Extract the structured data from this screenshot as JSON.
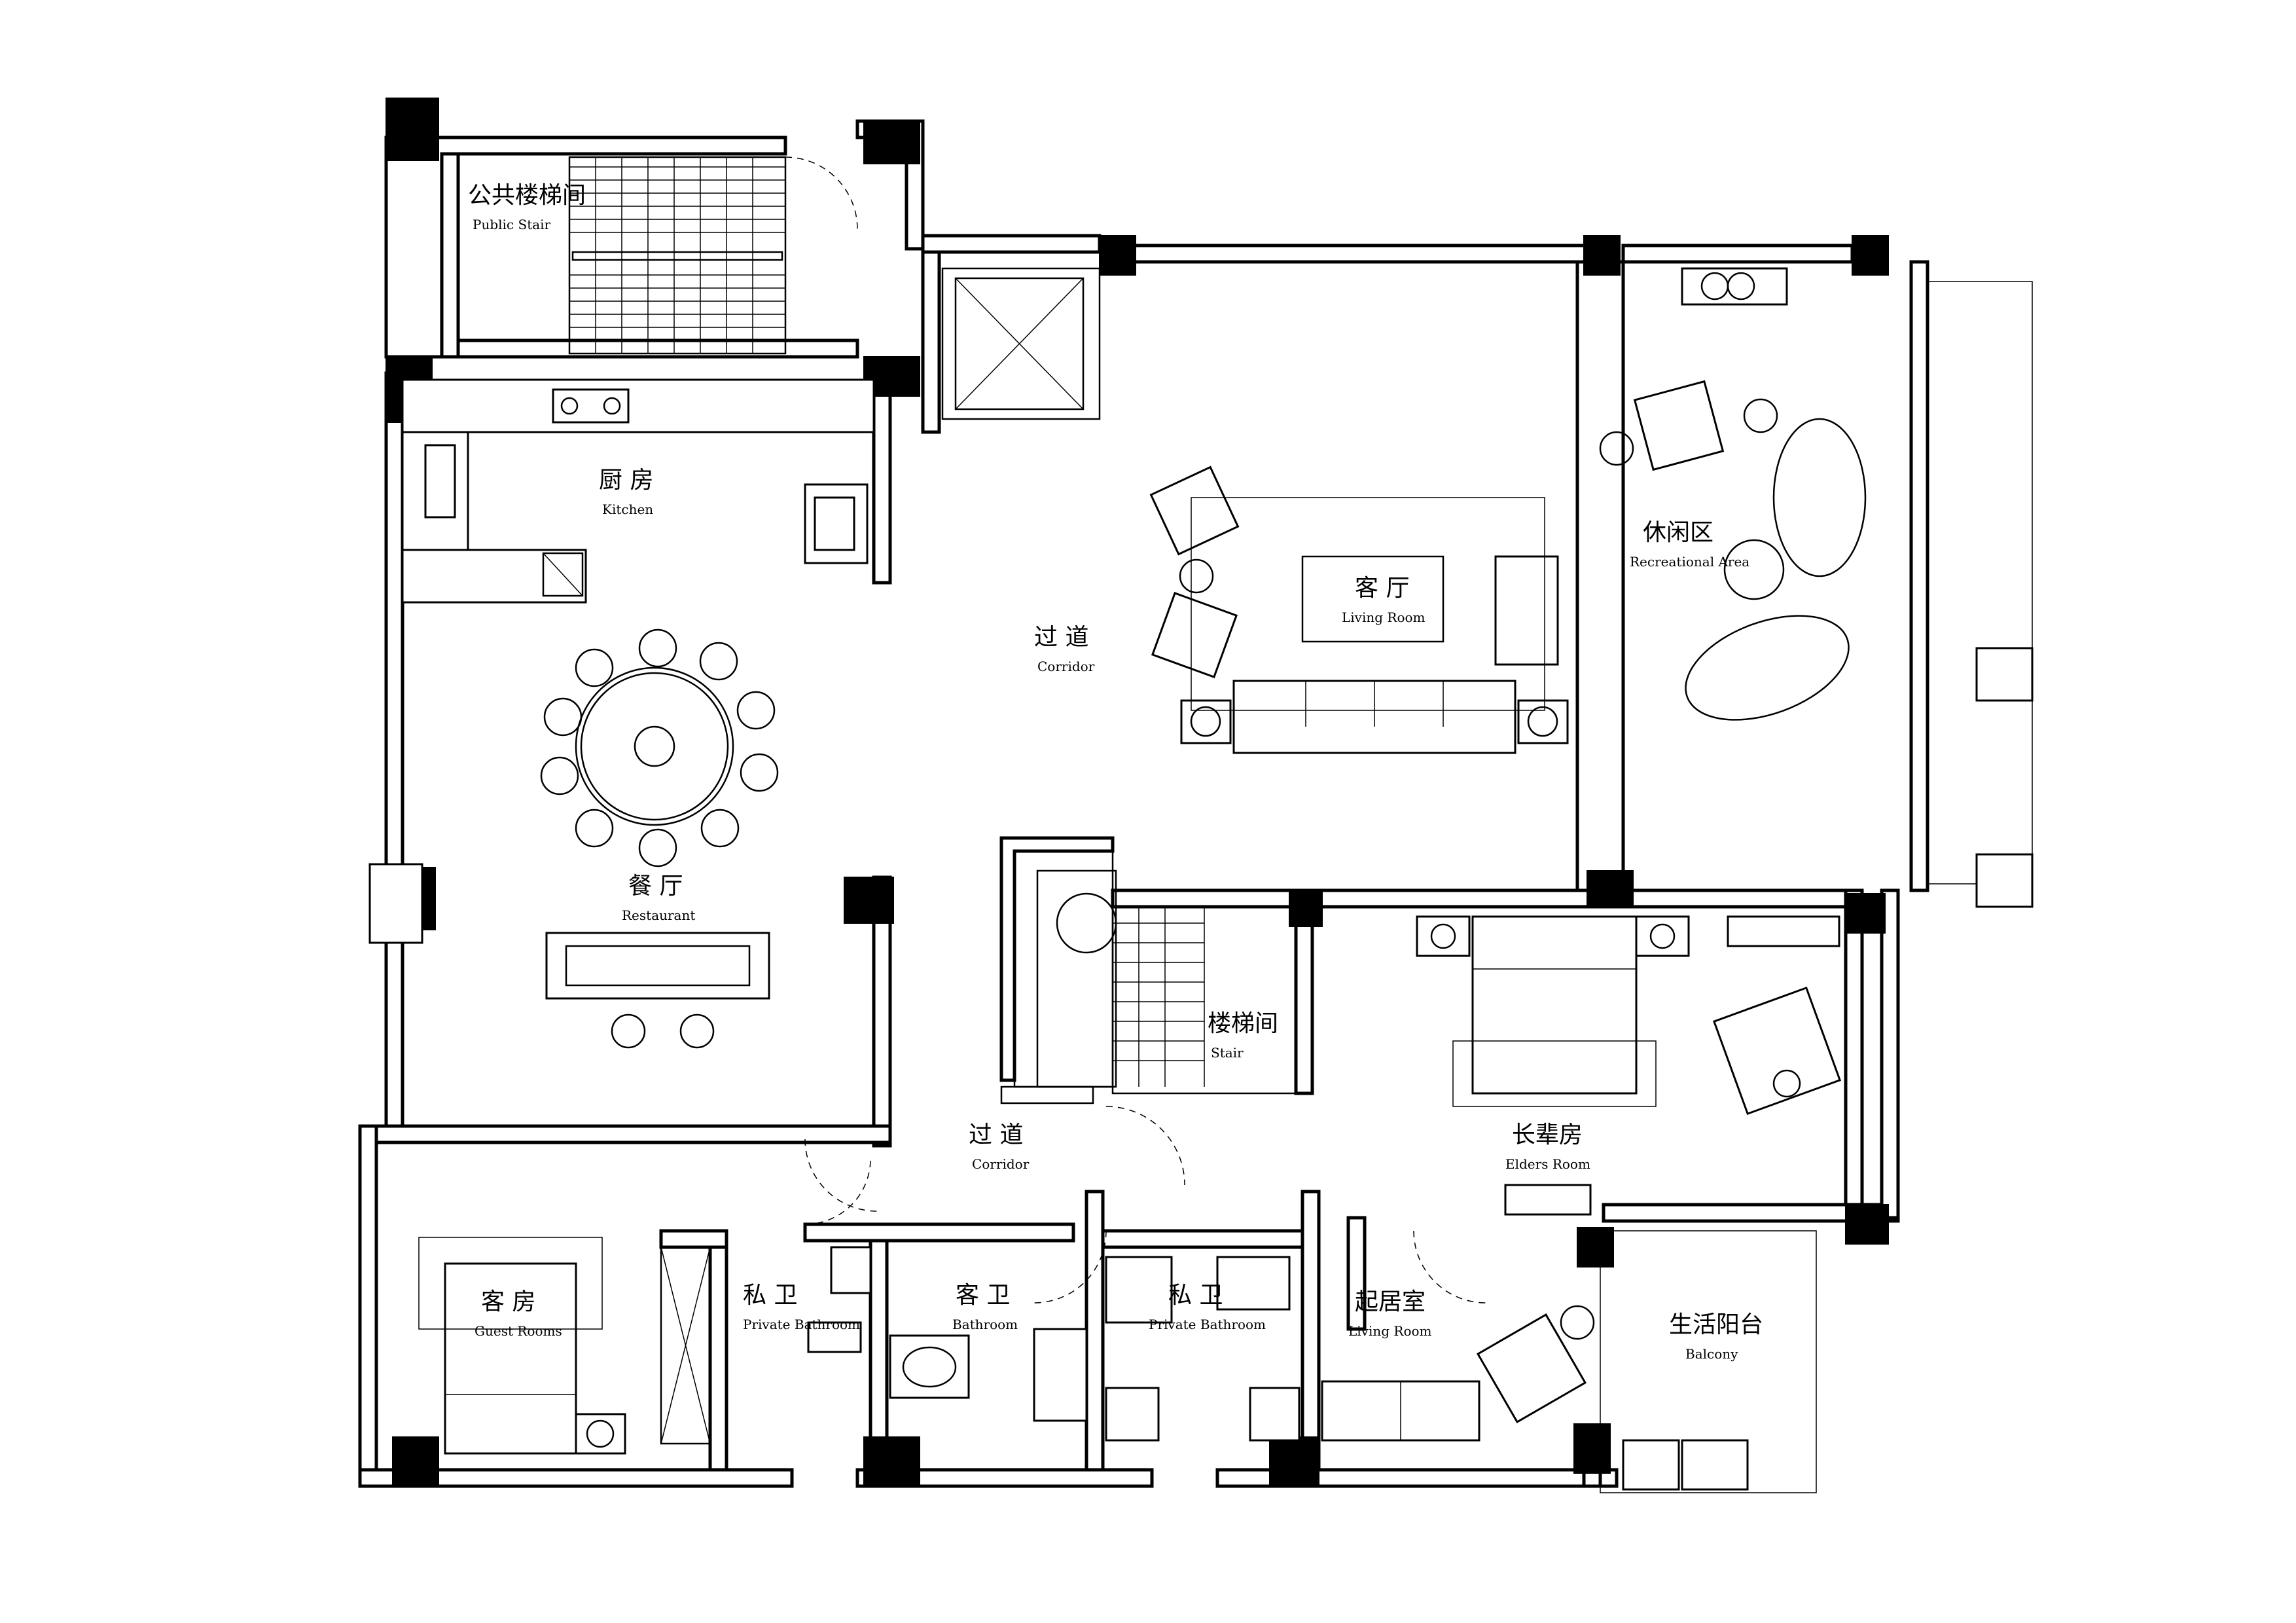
{
  "rooms": {
    "public_stair": {
      "cn": "公共楼梯间",
      "en": "Public Stair"
    },
    "kitchen": {
      "cn": "厨 房",
      "en": "Kitchen"
    },
    "restaurant": {
      "cn": "餐 厅",
      "en": "Restaurant"
    },
    "corridor_top": {
      "cn": "过 道",
      "en": "Corridor"
    },
    "living_room": {
      "cn": "客 厅",
      "en": "Living Room"
    },
    "recreational": {
      "cn": "休闲区",
      "en": "Recreational Area"
    },
    "stair": {
      "cn": "楼梯间",
      "en": "Stair"
    },
    "elders_room": {
      "cn": "长辈房",
      "en": "Elders Room"
    },
    "corridor_bottom": {
      "cn": "过 道",
      "en": "Corridor"
    },
    "guest_rooms": {
      "cn": "客 房",
      "en": "Guest Rooms"
    },
    "private_bath_left": {
      "cn": "私 卫",
      "en": "Private Bathroom"
    },
    "guest_bath": {
      "cn": "客 卫",
      "en": "Bathroom"
    },
    "private_bath_right": {
      "cn": "私 卫",
      "en": "Private Bathroom"
    },
    "living_room_small": {
      "cn": "起居室",
      "en": "Living Room"
    },
    "balcony": {
      "cn": "生活阳台",
      "en": "Balcony"
    }
  },
  "colors": {
    "line": "#000000",
    "background": "#ffffff"
  }
}
